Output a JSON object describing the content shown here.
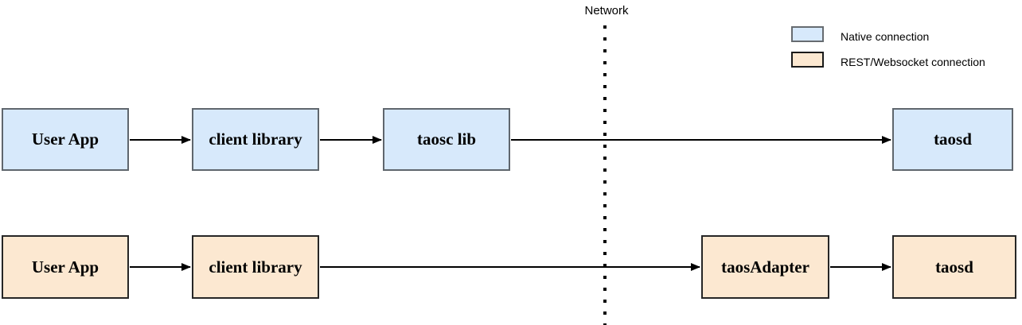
{
  "divider": {
    "label": "Network"
  },
  "legend": {
    "items": [
      {
        "label": "Native connection",
        "fill": "#d7e9fb",
        "border": "#666b70"
      },
      {
        "label": "REST/Websocket connection",
        "fill": "#fce8d1",
        "border": "#1a1a1a"
      }
    ]
  },
  "rows": {
    "native": {
      "connection_type": "Native connection",
      "nodes": [
        {
          "label": "User App"
        },
        {
          "label": "client library"
        },
        {
          "label": "taosc lib"
        },
        {
          "label": "taosd"
        }
      ]
    },
    "rest": {
      "connection_type": "REST/Websocket connection",
      "nodes": [
        {
          "label": "User App"
        },
        {
          "label": "client library"
        },
        {
          "label": "taosAdapter"
        },
        {
          "label": "taosd"
        }
      ]
    }
  },
  "colors": {
    "native_fill": "#d7e9fb",
    "native_border": "#5f666d",
    "rest_fill": "#fce8d1",
    "rest_border": "#262626",
    "arrow": "#000000",
    "divider": "#000000",
    "background": "#ffffff"
  }
}
